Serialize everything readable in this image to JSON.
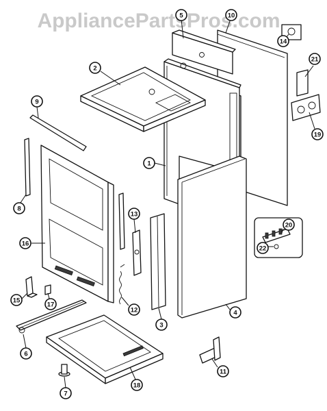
{
  "watermark": {
    "text": "AppliancePartsPros.com",
    "color": "#c9c9c9"
  },
  "callouts": [
    {
      "id": "c1",
      "label": "1"
    },
    {
      "id": "c2",
      "label": "2"
    },
    {
      "id": "c3",
      "label": "3"
    },
    {
      "id": "c4",
      "label": "4"
    },
    {
      "id": "c5",
      "label": "5"
    },
    {
      "id": "c6",
      "label": "6"
    },
    {
      "id": "c7",
      "label": "7"
    },
    {
      "id": "c8",
      "label": "8"
    },
    {
      "id": "c9",
      "label": "9"
    },
    {
      "id": "c10",
      "label": "10"
    },
    {
      "id": "c11",
      "label": "11"
    },
    {
      "id": "c12",
      "label": "12"
    },
    {
      "id": "c13",
      "label": "13"
    },
    {
      "id": "c14",
      "label": "14"
    },
    {
      "id": "c15",
      "label": "15"
    },
    {
      "id": "c16",
      "label": "16"
    },
    {
      "id": "c17",
      "label": "17"
    },
    {
      "id": "c18",
      "label": "18"
    },
    {
      "id": "c19",
      "label": "19"
    },
    {
      "id": "c20",
      "label": "20"
    },
    {
      "id": "c21",
      "label": "21"
    },
    {
      "id": "c22",
      "label": "22"
    }
  ]
}
